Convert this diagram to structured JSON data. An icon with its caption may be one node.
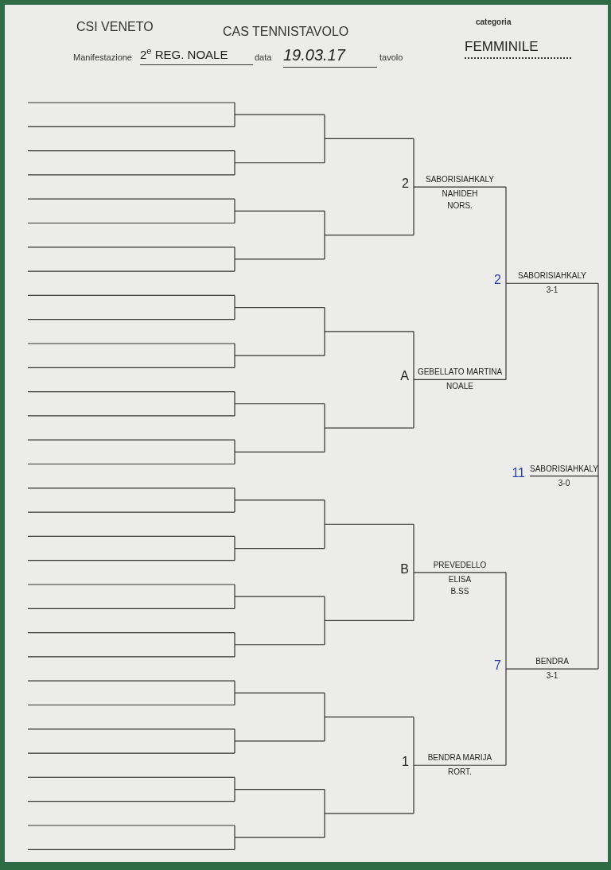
{
  "diagram": {
    "title": "CAS TENNISTAVOLO",
    "nodes": [
      {
        "text": [
          "SABORISIAHKALY",
          "NAHIDEH",
          "NORS."
        ],
        "beside": [
          "2"
        ]
      },
      {
        "text": [
          "GEBELLATO MARTINA",
          "NOALE"
        ],
        "beside": [
          "A"
        ]
      },
      {
        "text": [
          "PREVEDELLO",
          "ELISA",
          "B.SS"
        ],
        "beside": [
          "B"
        ]
      },
      {
        "text": [
          "BENDRA MARIJA",
          "RORT."
        ],
        "beside": [
          "1"
        ]
      },
      {
        "text": [
          "SABORISIAHKALY",
          "3-1"
        ],
        "beside": [
          "2"
        ]
      },
      {
        "text": [
          "BENDRA",
          "3-1"
        ],
        "beside": [
          "7"
        ]
      },
      {
        "text": [
          "SABORISIAHKALY",
          "3-0"
        ],
        "beside": [
          "11"
        ]
      }
    ],
    "edges": [
      {
        "from": 0,
        "to": 4,
        "arrow": "none"
      },
      {
        "from": 1,
        "to": 4,
        "arrow": "none"
      },
      {
        "from": 2,
        "to": 5,
        "arrow": "none"
      },
      {
        "from": 3,
        "to": 5,
        "arrow": "none"
      },
      {
        "from": 4,
        "to": 6,
        "arrow": "none"
      },
      {
        "from": 5,
        "to": 6,
        "arrow": "none"
      }
    ],
    "labels": [
      "CSI VENETO",
      "categoria",
      "Manifestazione",
      "2$^{e}$ REG. NOALE",
      "data",
      "19.03.17",
      "tavolo",
      "FEMMINILE"
    ]
  }
}
